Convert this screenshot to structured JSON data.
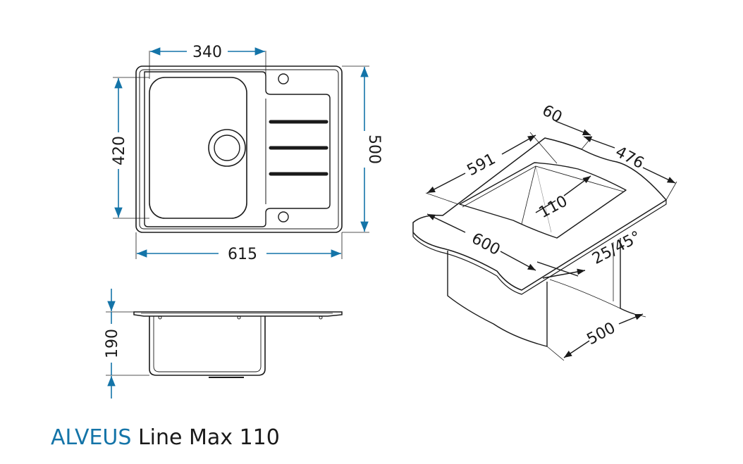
{
  "caption": {
    "brand": "ALVEUS",
    "model": "Line Max 110"
  },
  "top_view": {
    "bowl_width": "340",
    "bowl_length": "420",
    "sink_width": "615",
    "sink_depth": "500"
  },
  "side_view": {
    "depth": "190"
  },
  "cabinet_view": {
    "bowl_top_width": "591",
    "edge_offset": "60",
    "top_depth": "476",
    "bowl_depth": "110",
    "worktop_width": "600",
    "corner_angle": "25/45°",
    "cabinet_width": "500"
  },
  "colors": {
    "dimension_blue": "#1474a8",
    "outline": "#1a1a1a"
  }
}
